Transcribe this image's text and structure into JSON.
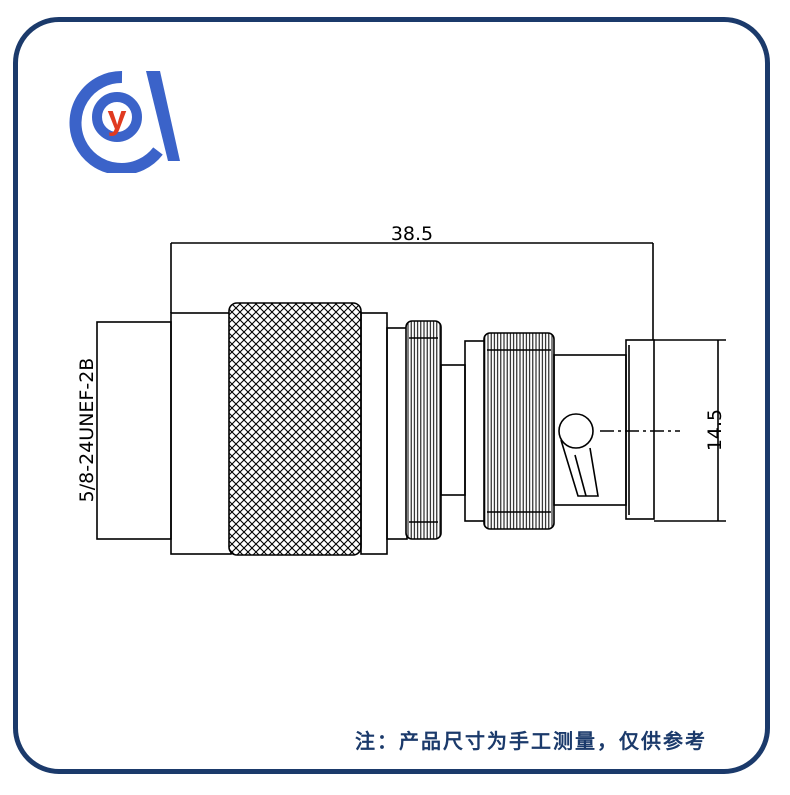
{
  "logo": {
    "letter": "y",
    "ring_color": "#3b63c9",
    "letter_color": "#e03a1f"
  },
  "dimensions": {
    "overall_length": "38.5",
    "thread_spec": "5/8-24UNEF-2B",
    "bnc_diameter": "14.5"
  },
  "footer": {
    "note": "注：产品尺寸为手工测量，仅供参考"
  },
  "colors": {
    "frame": "#1b3a6b",
    "line": "#000000"
  }
}
